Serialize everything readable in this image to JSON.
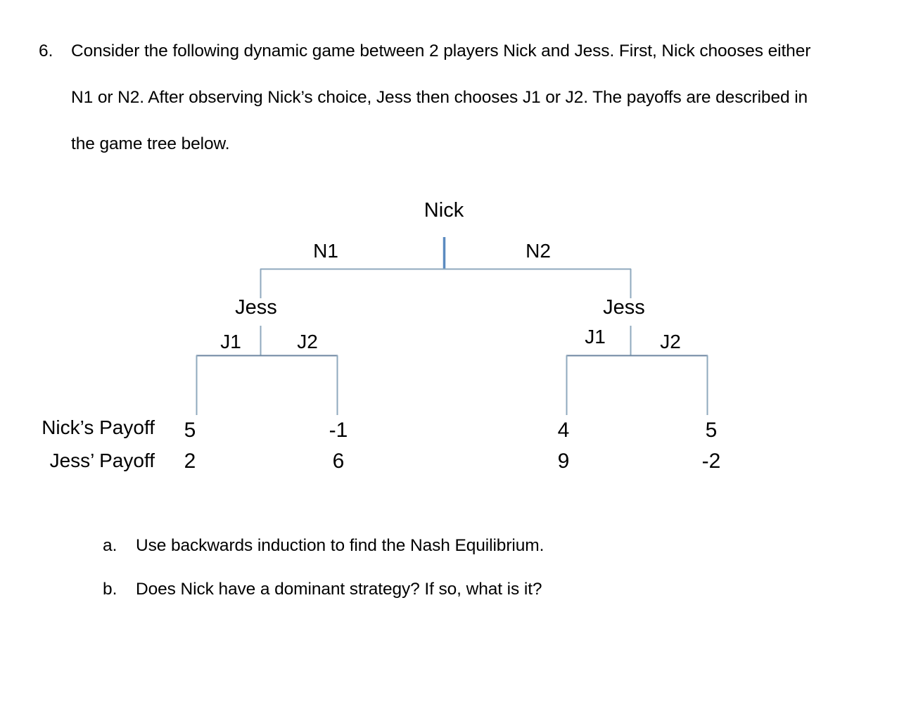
{
  "question": {
    "number": "6.",
    "lines": [
      "Consider the following dynamic game between 2 players Nick and Jess. First, Nick chooses either",
      "N1 or N2. After observing Nick’s choice, Jess then chooses J1 or J2. The payoffs are described in",
      "the game tree below."
    ]
  },
  "tree": {
    "root": {
      "player": "Nick"
    },
    "root_actions": {
      "left": "N1",
      "right": "N2"
    },
    "left_node": {
      "player": "Jess",
      "actions": {
        "left": "J1",
        "right": "J2"
      }
    },
    "right_node": {
      "player": "Jess",
      "actions": {
        "left": "J1",
        "right": "J2"
      }
    },
    "payoff_row_labels": {
      "nick": "Nick’s Payoff",
      "jess": "Jess’ Payoff"
    },
    "outcomes": [
      {
        "path": "N1-J1",
        "nick": "5",
        "jess": "2"
      },
      {
        "path": "N1-J2",
        "nick": "-1",
        "jess": "6"
      },
      {
        "path": "N2-J1",
        "nick": "4",
        "jess": "9"
      },
      {
        "path": "N2-J2",
        "nick": "5",
        "jess": "-2"
      }
    ],
    "colors": {
      "stem": "#5B8BC0",
      "branch": "#8FA9BE"
    }
  },
  "subquestions": [
    {
      "letter": "a.",
      "text": "Use backwards induction to find the Nash Equilibrium."
    },
    {
      "letter": "b.",
      "text": "Does Nick have a dominant strategy? If so, what is it?"
    }
  ]
}
